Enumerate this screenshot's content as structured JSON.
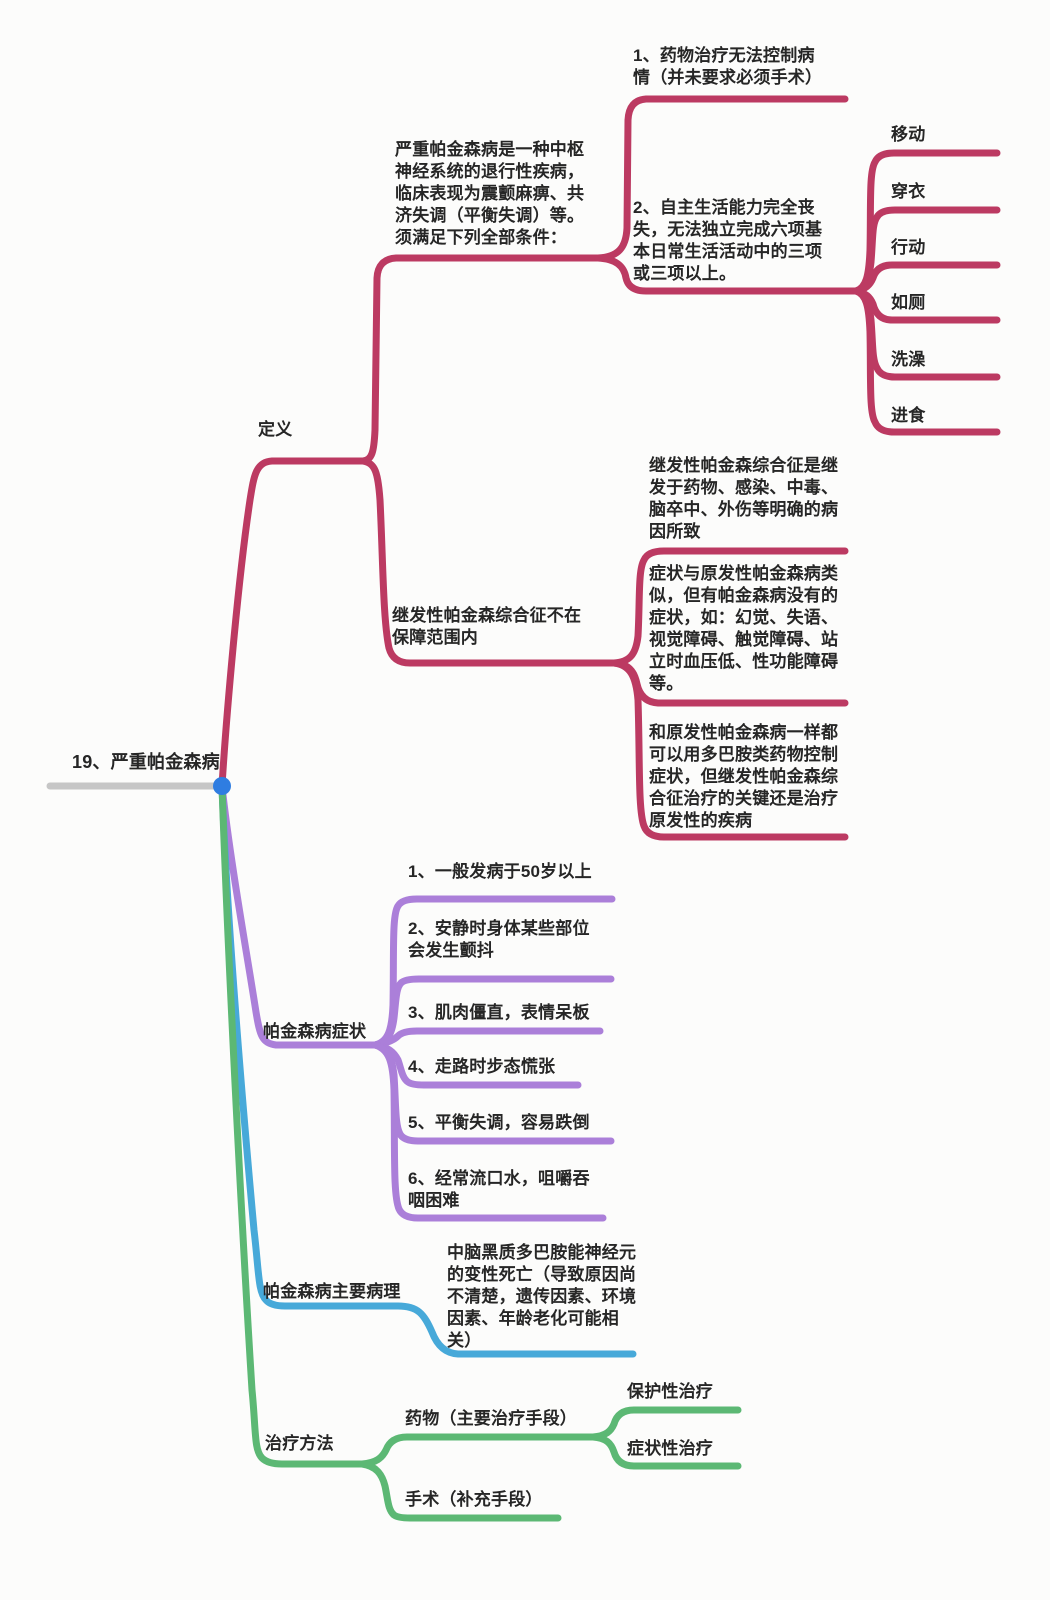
{
  "title": "19、严重帕金森病",
  "colors": {
    "definition": "#bc3a62",
    "symptoms": "#ab7fd9",
    "pathology": "#47a9d9",
    "treatment": "#5cb874",
    "root_line": "#c6c6c6",
    "root_dot": "#2f7de1"
  },
  "definition": {
    "label": "定义",
    "intro": "严重帕金森病是一种中枢\n神经系统的退行性疾病，\n临床表现为震颤麻痹、共\n济失调（平衡失调）等。\n须满足下列全部条件：",
    "condition1": "1、药物治疗无法控制病\n情（并未要求必须手术）",
    "condition2": "2、自主生活能力完全丧\n失，无法独立完成六项基\n本日常生活活动中的三项\n或三项以上。",
    "adl": [
      "移动",
      "穿衣",
      "行动",
      "如厕",
      "洗澡",
      "进食"
    ],
    "secondary": {
      "label": "继发性帕金森综合征不在\n保障范围内",
      "cause": "继发性帕金森综合征是继\n发于药物、感染、中毒、\n脑卒中、外伤等明确的病\n因所致",
      "symptoms": "症状与原发性帕金森病类\n似，但有帕金森病没有的\n症状，如：幻觉、失语、\n视觉障碍、触觉障碍、站\n立时血压低、性功能障碍\n等。",
      "treatment": "和原发性帕金森病一样都\n可以用多巴胺类药物控制\n症状，但继发性帕金森综\n合征治疗的关键还是治疗\n原发性的疾病"
    }
  },
  "symptoms": {
    "label": "帕金森病症状",
    "items": [
      "1、一般发病于50岁以上",
      "2、安静时身体某些部位\n会发生颤抖",
      "3、肌肉僵直，表情呆板",
      "4、走路时步态慌张",
      "5、平衡失调，容易跌倒",
      "6、经常流口水，咀嚼吞\n咽困难"
    ]
  },
  "pathology": {
    "label": "帕金森病主要病理",
    "detail": "中脑黑质多巴胺能神经元\n的变性死亡（导致原因尚\n不清楚，遗传因素、环境\n因素、年龄老化可能相\n关）"
  },
  "treatment": {
    "label": "治疗方法",
    "drug": "药物（主要治疗手段）",
    "drug_children": [
      "保护性治疗",
      "症状性治疗"
    ],
    "surgery": "手术（补充手段）"
  }
}
